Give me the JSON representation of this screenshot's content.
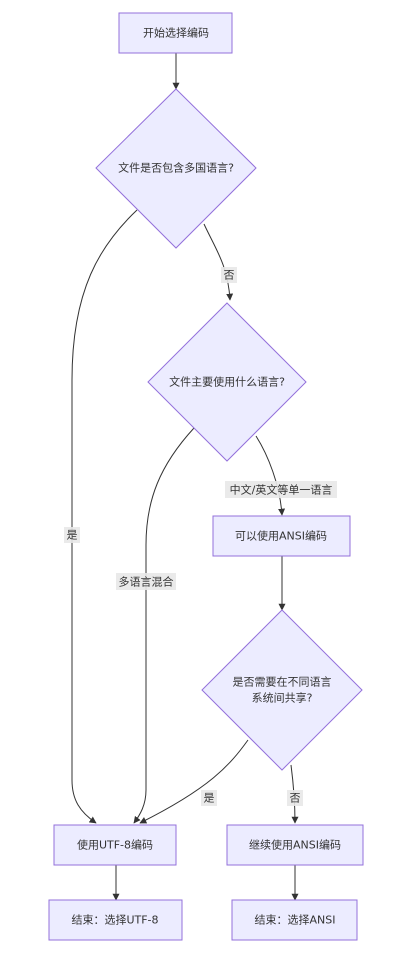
{
  "nodes": {
    "start": {
      "label": "开始选择编码"
    },
    "q_multi": {
      "label": "文件是否包含多国语言?"
    },
    "q_main": {
      "label": "文件主要使用什么语言?"
    },
    "ansi_ok": {
      "label": "可以使用ANSI编码"
    },
    "q_share": {
      "line1": "是否需要在不同语言",
      "line2": "系统间共享?"
    },
    "use_utf8": {
      "label": "使用UTF-8编码"
    },
    "keep_ansi": {
      "label": "继续使用ANSI编码"
    },
    "end_utf8": {
      "label": "结束：选择UTF-8"
    },
    "end_ansi": {
      "label": "结束：选择ANSI"
    }
  },
  "edges": {
    "no1": "否",
    "yes1": "是",
    "single_lang": "中文/英文等单一语言",
    "multi_lang": "多语言混合",
    "yes2": "是",
    "no2": "否"
  }
}
